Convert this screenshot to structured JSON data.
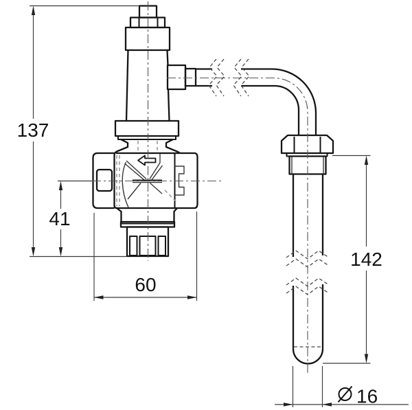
{
  "drawing": {
    "background_color": "#ffffff",
    "outline_color": "#141414",
    "thin_line_color": "#383838",
    "hidden_line_color": "#9a9a9a",
    "dimension_color": "#3a3a3a",
    "text_color": "#111111",
    "symbols": {
      "flow_direction": "left-arrow",
      "diameter": "slashed-circle",
      "pipe_break": "zigzag-break",
      "centerline": "dash-dot-line"
    },
    "dimensions": {
      "overall_height": {
        "label": "137",
        "value_mm": 137
      },
      "center_to_bottom": {
        "label": "41",
        "value_mm": 41
      },
      "body_width": {
        "label": "60",
        "value_mm": 60
      },
      "probe_length": {
        "label": "142",
        "value_mm": 142
      },
      "probe_diameter": {
        "label": "16",
        "value_mm": 16,
        "symbol": "diameter"
      }
    }
  }
}
